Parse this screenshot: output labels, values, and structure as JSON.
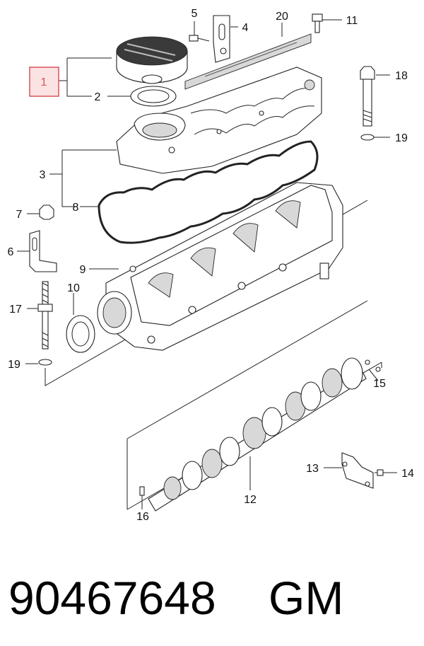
{
  "diagram": {
    "highlighted_callout": "1",
    "callouts": {
      "c1": "1",
      "c2": "2",
      "c3": "3",
      "c4": "4",
      "c5": "5",
      "c6": "6",
      "c7": "7",
      "c8": "8",
      "c9": "9",
      "c10": "10",
      "c11": "11",
      "c12": "12",
      "c13": "13",
      "c14": "14",
      "c15": "15",
      "c16": "16",
      "c17": "17",
      "c18": "18",
      "c19a": "19",
      "c19b": "19",
      "c20": "20"
    },
    "colors": {
      "highlight": "#d9545a",
      "highlight_fill": "#fbe3e3",
      "line": "#222222"
    }
  },
  "footer": {
    "part_number": "90467648",
    "brand": "GM"
  }
}
